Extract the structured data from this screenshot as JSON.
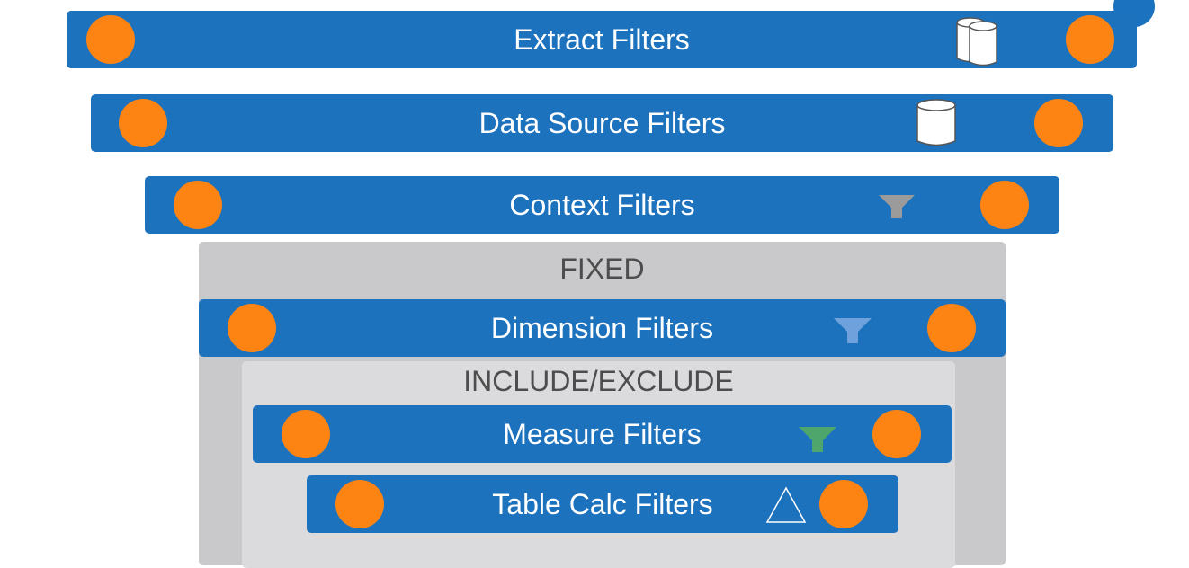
{
  "levels": {
    "extract": {
      "label": "Extract Filters"
    },
    "data_source": {
      "label": "Data Source Filters"
    },
    "context": {
      "label": "Context Filters"
    },
    "fixed": {
      "label": "FIXED"
    },
    "dimension": {
      "label": "Dimension Filters"
    },
    "include_exclude": {
      "label": "INCLUDE/EXCLUDE"
    },
    "measure": {
      "label": "Measure Filters"
    },
    "table_calc": {
      "label": "Table Calc Filters"
    }
  },
  "icons": {
    "extract": "stacked-cylinders-icon",
    "data_source": "cylinder-icon",
    "context": "funnel-icon",
    "dimension": "funnel-icon",
    "measure": "funnel-icon",
    "table_calc": "triangle-icon"
  },
  "colors": {
    "bar": "#1d72be",
    "dot": "#fd8413",
    "outer_panel": "#c9c8ca",
    "inner_panel": "#dbdadc",
    "context_funnel": "#9b9b9b",
    "dimension_funnel": "#6fa1dd",
    "measure_funnel": "#4ea66c"
  }
}
